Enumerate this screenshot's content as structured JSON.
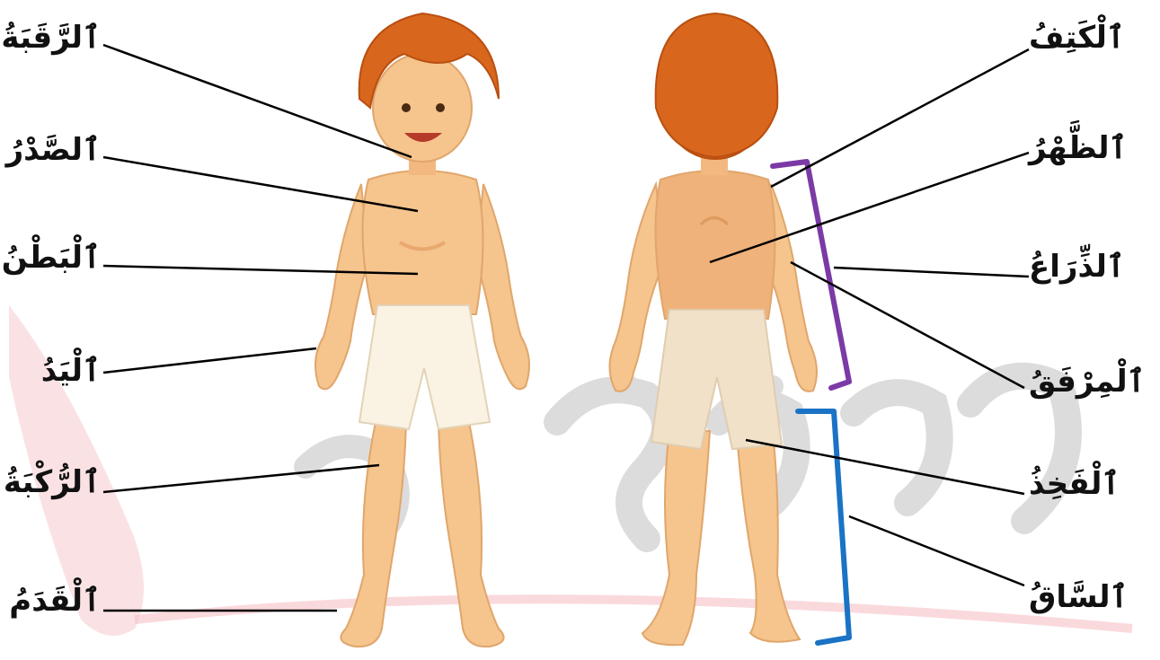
{
  "watermark": {
    "text": "مكتبة عمر",
    "color": "#d7d7d7",
    "accent": "#f3b8bd"
  },
  "figures": {
    "front": {
      "name": "boy-front-view"
    },
    "back": {
      "name": "boy-back-view"
    }
  },
  "colors": {
    "skin": "#f6c48d",
    "skin_shade": "#e9a86e",
    "hair": "#d8661d",
    "shorts": "#faf2e3",
    "upper_bracket": "#7b3aa6",
    "lower_bracket": "#1a73c4",
    "leader_lines": "#000000"
  },
  "labels": {
    "left": [
      {
        "id": "neck",
        "text": "ٱلرَّقَبَةُ"
      },
      {
        "id": "chest",
        "text": "ٱلصَّدْرُ"
      },
      {
        "id": "abdomen",
        "text": "ٱلْبَطْنُ"
      },
      {
        "id": "hand",
        "text": "ٱلْيَدُ"
      },
      {
        "id": "knee",
        "text": "ٱلرُّكْبَةُ"
      },
      {
        "id": "foot",
        "text": "ٱلْقَدَمُ"
      }
    ],
    "right": [
      {
        "id": "shoulder",
        "text": "ٱلْكَتِفُ"
      },
      {
        "id": "back",
        "text": "ٱلظَّهْرُ"
      },
      {
        "id": "arm",
        "text": "ٱلذِّرَاعُ"
      },
      {
        "id": "elbow",
        "text": "ٱلْمِرْفَقُ"
      },
      {
        "id": "thigh",
        "text": "ٱلْفَخِذُ"
      },
      {
        "id": "leg",
        "text": "ٱلسَّاقُ"
      }
    ]
  }
}
